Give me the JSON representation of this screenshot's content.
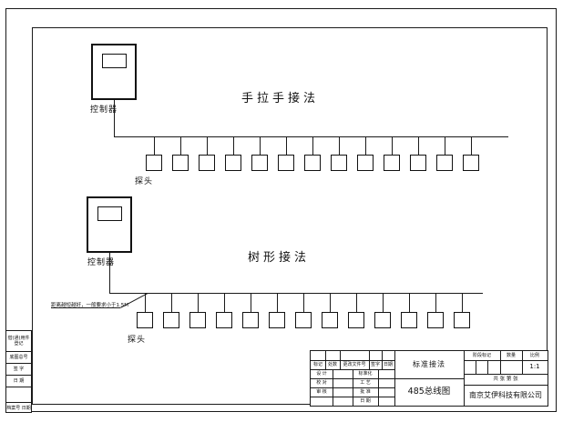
{
  "sections": {
    "daisy": {
      "title": "手拉手接法",
      "controller_label": "控制器",
      "probe_label": "探头",
      "probe_count": 13
    },
    "tree": {
      "title": "树形接法",
      "controller_label": "控制器",
      "probe_label": "探头",
      "probe_count": 13,
      "note": "距离越短越好，一般要求小于1.5M"
    }
  },
  "title_block": {
    "standard_label": "标准接法",
    "drawing_title": "485总线图",
    "company": "南京艾伊科技有限公司",
    "rev_headers": [
      "标记",
      "处数",
      "更改文件号",
      "签字",
      "日期"
    ],
    "roles_left": [
      "设 计",
      "校 对",
      "审 核",
      ""
    ],
    "roles_right": [
      "标准化",
      "工 艺",
      "批 准",
      "日 期"
    ],
    "stage_label": "阶段标记",
    "qty_label": "数量",
    "scale_label": "比例",
    "scale_value": "1:1",
    "sheets_text": "共  张  第  张"
  },
  "frame": {
    "left_block_rows": [
      "借(通)用件登记",
      "底图总号",
      "签 字",
      "日 期",
      "",
      "档案号 日期"
    ]
  }
}
